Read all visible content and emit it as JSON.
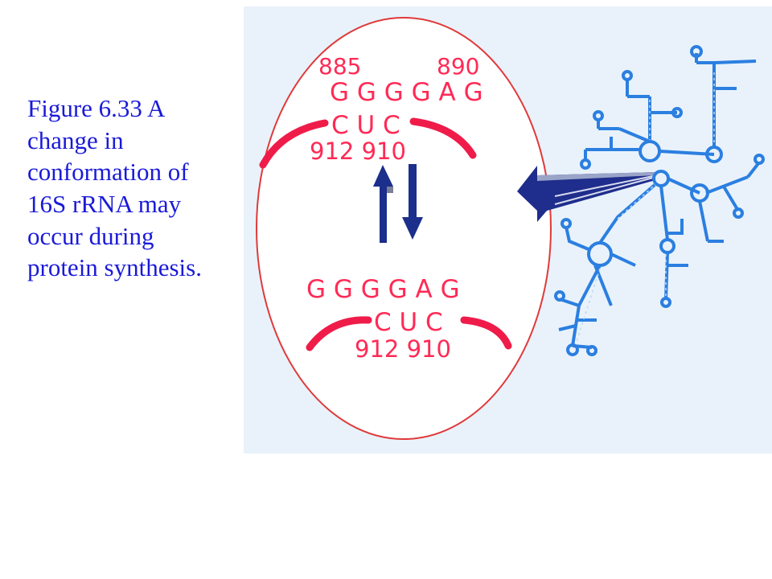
{
  "caption": {
    "lines": [
      "Figure  6.33 A",
      "change in",
      "conformation  of",
      "16S rRNA may",
      "occur during",
      "protein synthesis."
    ]
  },
  "upper_state": {
    "label_start": "885",
    "label_end": "890",
    "top_strand": "G G G G A G",
    "bottom_strand": "C U C",
    "bottom_label": "912  910"
  },
  "lower_state": {
    "top_strand": "G G G G A G",
    "bottom_strand": "C U C",
    "bottom_label": "912  910"
  },
  "colors": {
    "text": "#1a1ad8",
    "sequence": "#ff2a55",
    "ellipse": "#e03a3a",
    "arrows": "#1c2f8c",
    "rna": "#2b7fe0",
    "panel": "#e9f2fb"
  },
  "icons": {
    "equilibrium": "equilibrium-arrows-icon",
    "pointer": "pointer-arrow-icon",
    "structure": "rna-secondary-structure"
  }
}
